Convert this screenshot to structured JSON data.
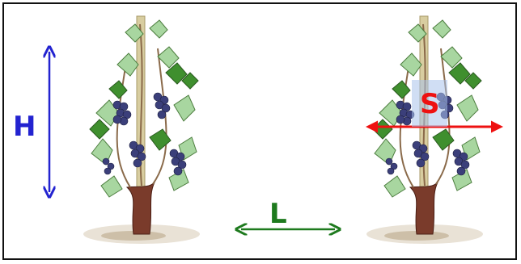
{
  "labels": {
    "height": "H",
    "spacing": "L",
    "surface": "S"
  },
  "colors": {
    "height": "#2323d0",
    "spacing": "#1e7a1e",
    "surface": "#ee1111",
    "leaf_dark": "#3f8f2e",
    "leaf_light": "#a8d6a0",
    "grape": "#3b3f7a",
    "trunk": "#7a3b2b",
    "post": "#d8cda0"
  },
  "icons": {
    "height_arrow": "vertical-double-arrow-icon",
    "spacing_arrow": "horizontal-double-arrow-icon",
    "surface_arrow": "horizontal-double-arrow-icon",
    "vine": "grapevine-illustration"
  }
}
